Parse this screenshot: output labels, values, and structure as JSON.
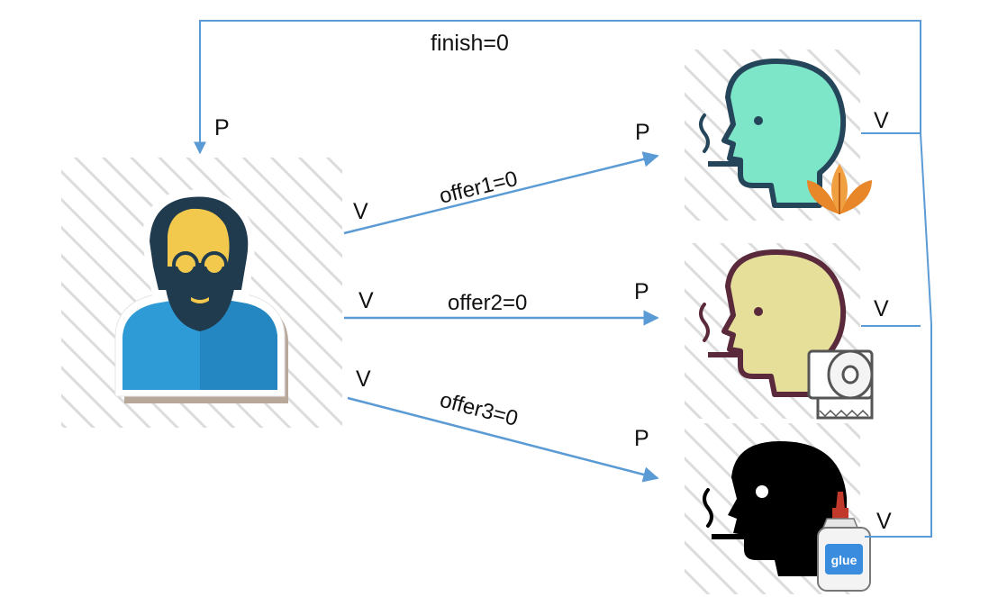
{
  "colors": {
    "connector": "#5b9bd5",
    "hatch": "#d9d9d9",
    "agent_shirt": "#2e9bd6",
    "agent_skin": "#f2c94c",
    "agent_hair": "#1f3b4d",
    "smoker1_face": "#7ee6c8",
    "smoker1_outline": "#25465a",
    "smoker2_face": "#e6df9a",
    "smoker2_outline": "#5a2a3c",
    "smoker3_face": "#000000",
    "leaf": "#e8862a",
    "glue_cap": "#c0392b",
    "glue_label": "#3a8dde"
  },
  "labels": {
    "finish": "finish=0",
    "agent_p": "P",
    "offer1": "offer1=0",
    "offer1_v": "V",
    "offer1_p": "P",
    "offer2": "offer2=0",
    "offer2_v": "V",
    "offer2_p": "P",
    "offer3": "offer3=0",
    "offer3_v": "V",
    "offer3_p": "P",
    "smoker1_v": "V",
    "smoker2_v": "V",
    "smoker3_v": "V",
    "glue_text": "glue"
  },
  "icons": {
    "agent": "bearded-man-agent-icon",
    "smoker1": "smoker-head-tobacco-icon",
    "smoker2": "smoker-head-paper-icon",
    "smoker3": "smoker-head-glue-icon",
    "tobacco": "tobacco-leaf-icon",
    "paper": "paper-roll-icon",
    "glue": "glue-bottle-icon"
  }
}
